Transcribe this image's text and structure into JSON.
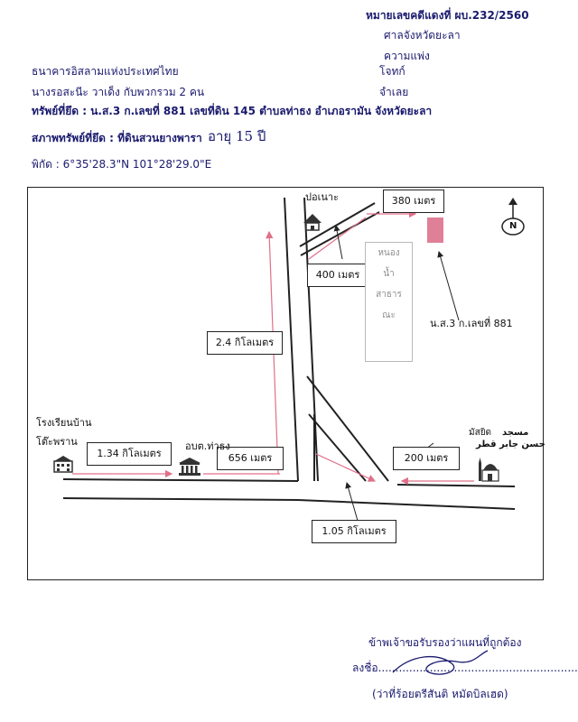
{
  "header": {
    "case_no": "หมายเลขคดีแดงที่ ผบ.232/2560",
    "court": "ศาลจังหวัดยะลา",
    "case_type": "ความแพ่ง",
    "plaintiff": "ธนาคารอิสลามแห่งประเทศไทย",
    "plaintiff_role": "โจทก์",
    "defendant": "นางรอสะนีะ วาเด็ง กับพวกรวม 2 คน",
    "defendant_role": "จำเลย",
    "property": "ทรัพย์ที่ยึด : น.ส.3 ก.เลขที่ 881 เลขที่ดิน 145 ตำบลท่าธง อำเภอรามัน จังหวัดยะลา",
    "condition": "สภาพทรัพย์ที่ยึด : ที่ดินสวนยางพารา",
    "condition_handwritten": "อายุ 15 ปี",
    "coordinates": "พิกัด : 6°35'28.3\"N 101°28'29.0\"E"
  },
  "map": {
    "labels": {
      "poh_nao": "ปอเนาะ",
      "dist_380": "380 เมตร",
      "dist_400": "400 เมตร",
      "dist_2_4": "2.4 กิโลเมตร",
      "dist_1_34": "1.34 กิโลเมตร",
      "dist_656": "656 เมตร",
      "dist_200": "200 เมตร",
      "dist_1_05": "1.05 กิโลเมตร",
      "plot": "น.ส.3 ก.เลขที่ 881",
      "school_line1": "โรงเรียนบ้าน",
      "school_line2": "โต๊ะพราน",
      "tao": "อบต.ท่าธง",
      "mosque_line1": "มัสยิด",
      "mosque_arabic1": "مسجد",
      "mosque_arabic2": "حسن جابر قطر",
      "north": "N"
    },
    "pond_text": [
      "หนอง",
      "น้ำ",
      "สาธาร",
      "ณะ"
    ],
    "colors": {
      "route": "#e0708a",
      "plot": "#e07f98",
      "road": "#222222"
    }
  },
  "footer": {
    "certify": "ข้าพเจ้าขอรับรองว่าแผนที่ถูกต้อง",
    "sign": "ลงชื่อ..........................................................",
    "name": "(ว่าที่ร้อยตรีสันติ  หมัดบิลเฮด)"
  }
}
